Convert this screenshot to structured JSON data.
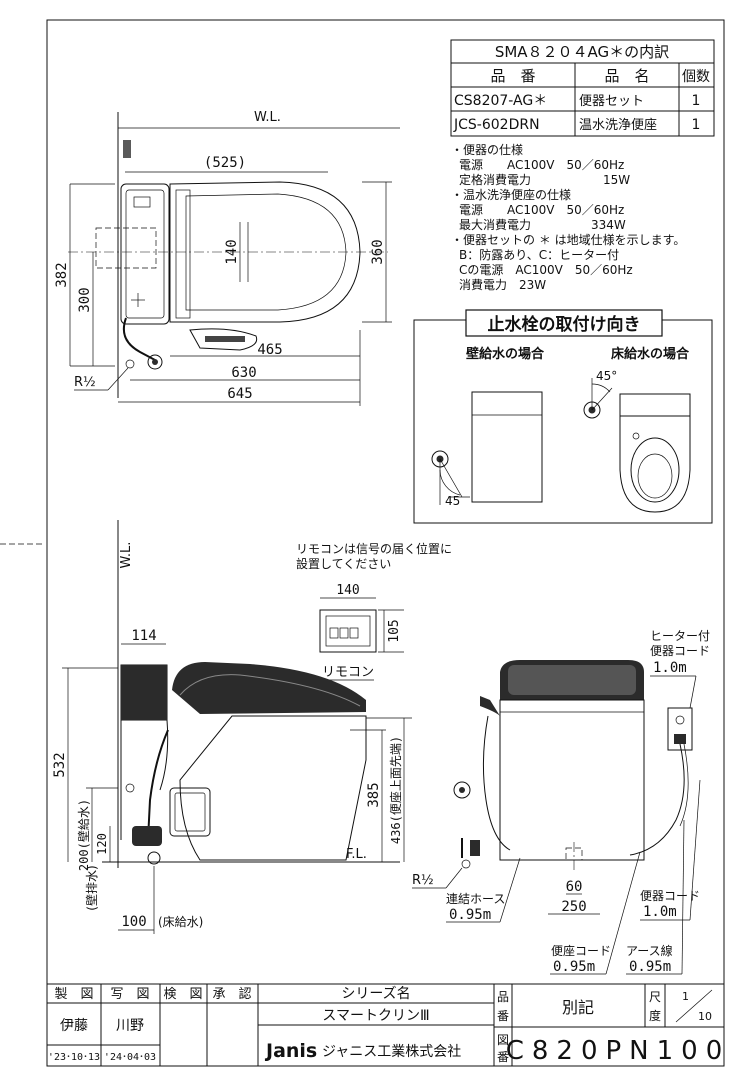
{
  "breakdown_table": {
    "title": "SMA８２０４AG＊の内訳",
    "headers": [
      "品　番",
      "品　名",
      "個数"
    ],
    "rows": [
      {
        "code": "CS8207-AG＊",
        "name": "便器セット",
        "qty": "1"
      },
      {
        "code": "JCS-602DRN",
        "name": "温水洗浄便座",
        "qty": "1"
      }
    ]
  },
  "specs": [
    "・便器の仕様",
    "電源　　AC100V　50／60Hz",
    "定格消費電力　　　　　　15W",
    "・温水洗浄便座の仕様",
    "電源　　AC100V　50／60Hz",
    "最大消費電力　　　　　334W",
    "・便器セットの ＊ は地域仕様を示します。",
    "B：防露あり、C：ヒーター付",
    "Cの電源　AC100V　50／60Hz",
    "消費電力　23W"
  ],
  "valve_box": {
    "title": "止水栓の取付け向き",
    "wall_label": "壁給水の場合",
    "floor_label": "床給水の場合",
    "angle_wall": "45",
    "angle_floor": "45°"
  },
  "plan_view": {
    "wl": "W.L.",
    "dim_525": "(525)",
    "dim_382": "382",
    "dim_300": "300",
    "dim_140": "140",
    "dim_360": "360",
    "dim_465": "465",
    "dim_630": "630",
    "dim_645": "645",
    "r_half": "R½"
  },
  "side_view": {
    "wl": "W.L.",
    "dim_114": "114",
    "dim_532": "532",
    "dim_200": "200(壁給水)",
    "dim_120": "120",
    "dim_385": "385",
    "dim_436": "436(便座上面先端)",
    "fl": "F.L.",
    "drain": "(壁排水)",
    "dim_100": "100",
    "floor_supply": "(床給水)",
    "r_half": "R½"
  },
  "remote": {
    "note_line1": "リモコンは信号の届く位置に",
    "note_line2": "設置してください",
    "width": "140",
    "height": "105",
    "label": "リモコン"
  },
  "front_view": {
    "heater_line1": "ヒーター付",
    "heater_line2": "便器コード",
    "heater_len": "1.0m",
    "hose_label": "連結ホース",
    "hose_len": "0.95m",
    "dim_60": "60",
    "dim_250": "250",
    "bowl_cord": "便器コード",
    "bowl_cord_len": "1.0m",
    "seat_cord": "便座コード",
    "seat_cord_len": "0.95m",
    "earth": "アース線",
    "earth_len": "0.95m"
  },
  "title_block": {
    "col_draw": "製　図",
    "col_copy": "写　図",
    "col_check": "検　図",
    "col_approve": "承　認",
    "drawer": "伊藤",
    "copier": "川野",
    "date1": "'23･10･13",
    "date2": "'24･04･03",
    "series_label": "シリーズ名",
    "series_name": "スマートクリンⅢ",
    "company_brand": "Janis",
    "company_name": "ジャニス工業株式会社",
    "hin": "品",
    "ban": "番",
    "part_no": "別記",
    "zu": "図",
    "drawing_no": "C820PN100",
    "scale_label_1": "尺",
    "scale_label_2": "度",
    "scale_num": "1",
    "scale_den": "10"
  }
}
